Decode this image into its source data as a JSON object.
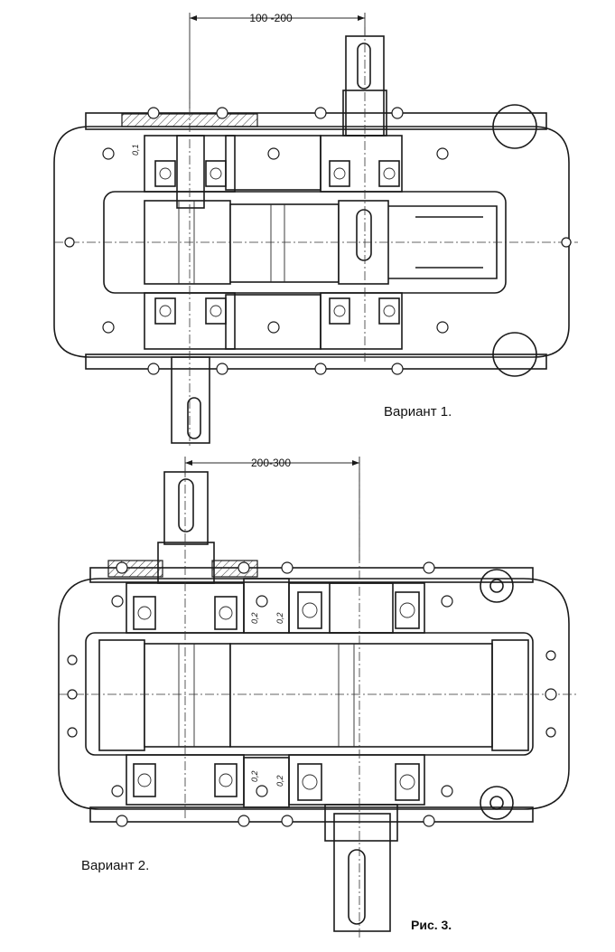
{
  "labels": {
    "dim_top": "100 -200",
    "dim_bottom": "200-300",
    "variant_1": "Вариант 1.",
    "variant_2": "Вариант 2.",
    "figure": "Рис. 3.",
    "small_marks": [
      "0,1",
      "0,2",
      "0,2",
      "0,2",
      "0,2"
    ]
  }
}
